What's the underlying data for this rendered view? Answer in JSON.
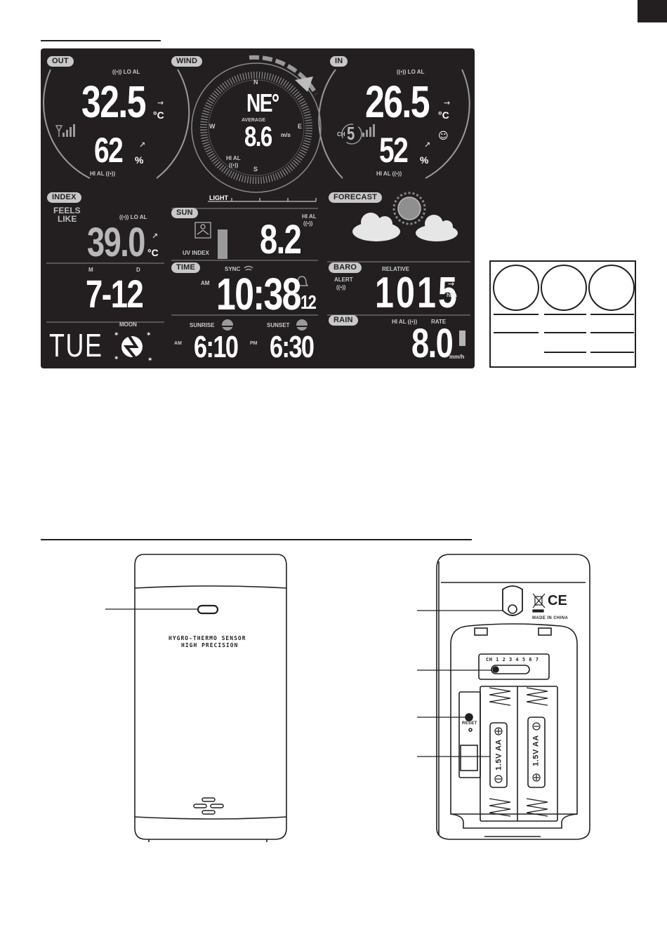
{
  "display": {
    "out": {
      "tag": "OUT",
      "alert_label": "((•)) LO AL",
      "temperature": "32.5",
      "temp_unit": "°C",
      "humidity": "62",
      "hum_unit": "%",
      "hi_alert": "HI AL ((•))"
    },
    "wind": {
      "tag": "WIND",
      "north": "N",
      "south": "S",
      "east": "E",
      "west": "W",
      "direction": "NE°",
      "average_label": "AVERAGE",
      "speed": "8.6",
      "speed_unit": "m/s",
      "hi_alert": "HI AL",
      "hi_alert_icon": "((•))"
    },
    "in": {
      "tag": "IN",
      "alert_label": "((•)) LO AL",
      "temperature": "26.5",
      "temp_unit": "°C",
      "channel_label": "CH",
      "channel": "5",
      "humidity": "52",
      "hum_unit": "%",
      "hi_alert": "HI AL ((•))",
      "comfort_icon": "☺"
    },
    "index": {
      "tag": "INDEX",
      "feels_label_1": "FEELS",
      "feels_label_2": "LIKE",
      "alert_label": "((•)) LO AL",
      "value": "39.0",
      "unit": "°C"
    },
    "sun": {
      "tag": "SUN",
      "light_label": "LIGHT",
      "hi_alert": "HI AL",
      "hi_alert_icon": "((•))",
      "uv_label": "UV INDEX",
      "uv_value": "8.2"
    },
    "forecast": {
      "tag": "FORECAST"
    },
    "date": {
      "month_label": "M",
      "day_label": "D",
      "value": "7-12",
      "weekday": "TUE",
      "moon_label": "MOON"
    },
    "time": {
      "tag": "TIME",
      "sync_label": "SYNC",
      "ampm": "AM",
      "value": "10:38",
      "seconds": "12",
      "sunrise_label": "SUNRISE",
      "sunset_label": "SUNSET",
      "sunrise_ampm": "AM",
      "sunrise": "6:10",
      "sunset_ampm": "PM",
      "sunset": "6:30"
    },
    "baro": {
      "tag": "BARO",
      "relative_label": "RELATIVE",
      "alert_label": "ALERT",
      "alert_icon": "((•))",
      "value": "1015",
      "unit": "hPa"
    },
    "rain": {
      "tag": "RAIN",
      "hi_alert": "HI AL ((•))",
      "rate_label": "RATE",
      "value": "8.0",
      "unit": "mm/h"
    }
  },
  "front_sensor": {
    "line_1": "HYGRO-THERMO SENSOR",
    "line_2": "HIGH PRECISION"
  },
  "back_sensor": {
    "made_in": "MADE IN CHINA",
    "ce_mark": "CE",
    "channel_switch": "CH 1 2 3 4 5 6 7",
    "reset_label": "RESET",
    "battery_1": "1.5V AA",
    "battery_2": "1.5V AA"
  },
  "colors": {
    "lcd_background": "#231f20",
    "lcd_tag": "#c8c8c8",
    "lcd_segment": "#ffffff"
  }
}
